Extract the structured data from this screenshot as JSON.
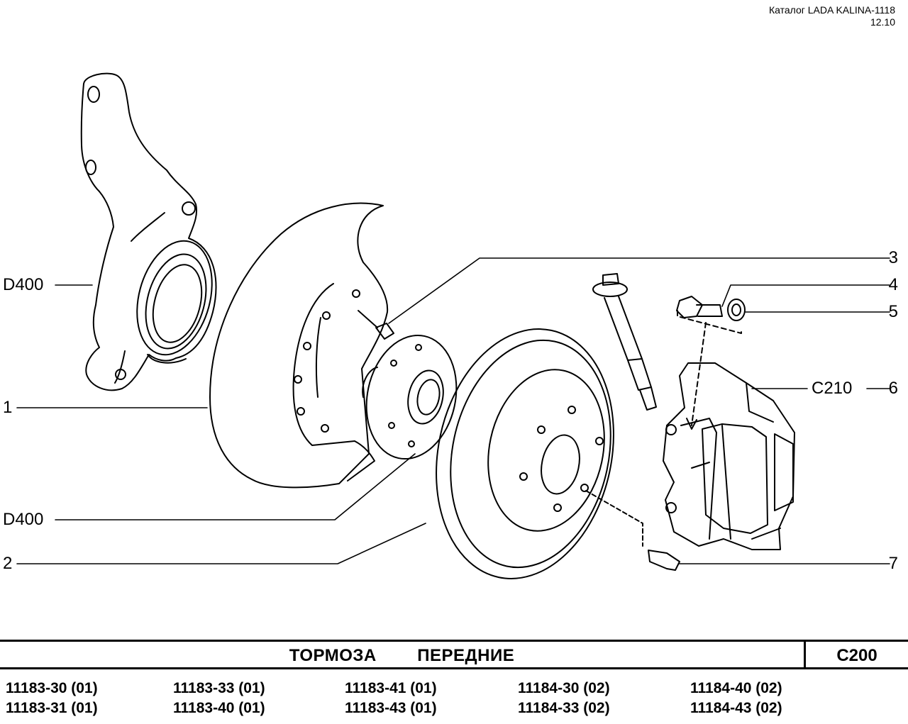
{
  "header": {
    "catalog": "Каталог LADA KALINA-1118",
    "date": "12.10"
  },
  "callouts": {
    "left": [
      {
        "id": "d400-top",
        "label": "D400"
      },
      {
        "id": "1",
        "label": "1"
      },
      {
        "id": "d400-bottom",
        "label": "D400"
      },
      {
        "id": "2",
        "label": "2"
      }
    ],
    "right": [
      {
        "id": "3",
        "label": "3"
      },
      {
        "id": "4",
        "label": "4"
      },
      {
        "id": "5",
        "label": "5"
      },
      {
        "id": "c210",
        "label": "C210"
      },
      {
        "id": "6",
        "label": "6"
      },
      {
        "id": "7",
        "label": "7"
      }
    ]
  },
  "title": {
    "text": "ТОРМОЗА   ПЕРЕДНИЕ",
    "code": "C200"
  },
  "models": {
    "row1": [
      "11183-30 (01)",
      "11183-33 (01)",
      "11183-41 (01)",
      "11184-30 (02)",
      "11184-40 (02)"
    ],
    "row2": [
      "11183-31 (01)",
      "11183-40 (01)",
      "11183-43 (01)",
      "11184-33 (02)",
      "11184-43 (02)"
    ]
  }
}
